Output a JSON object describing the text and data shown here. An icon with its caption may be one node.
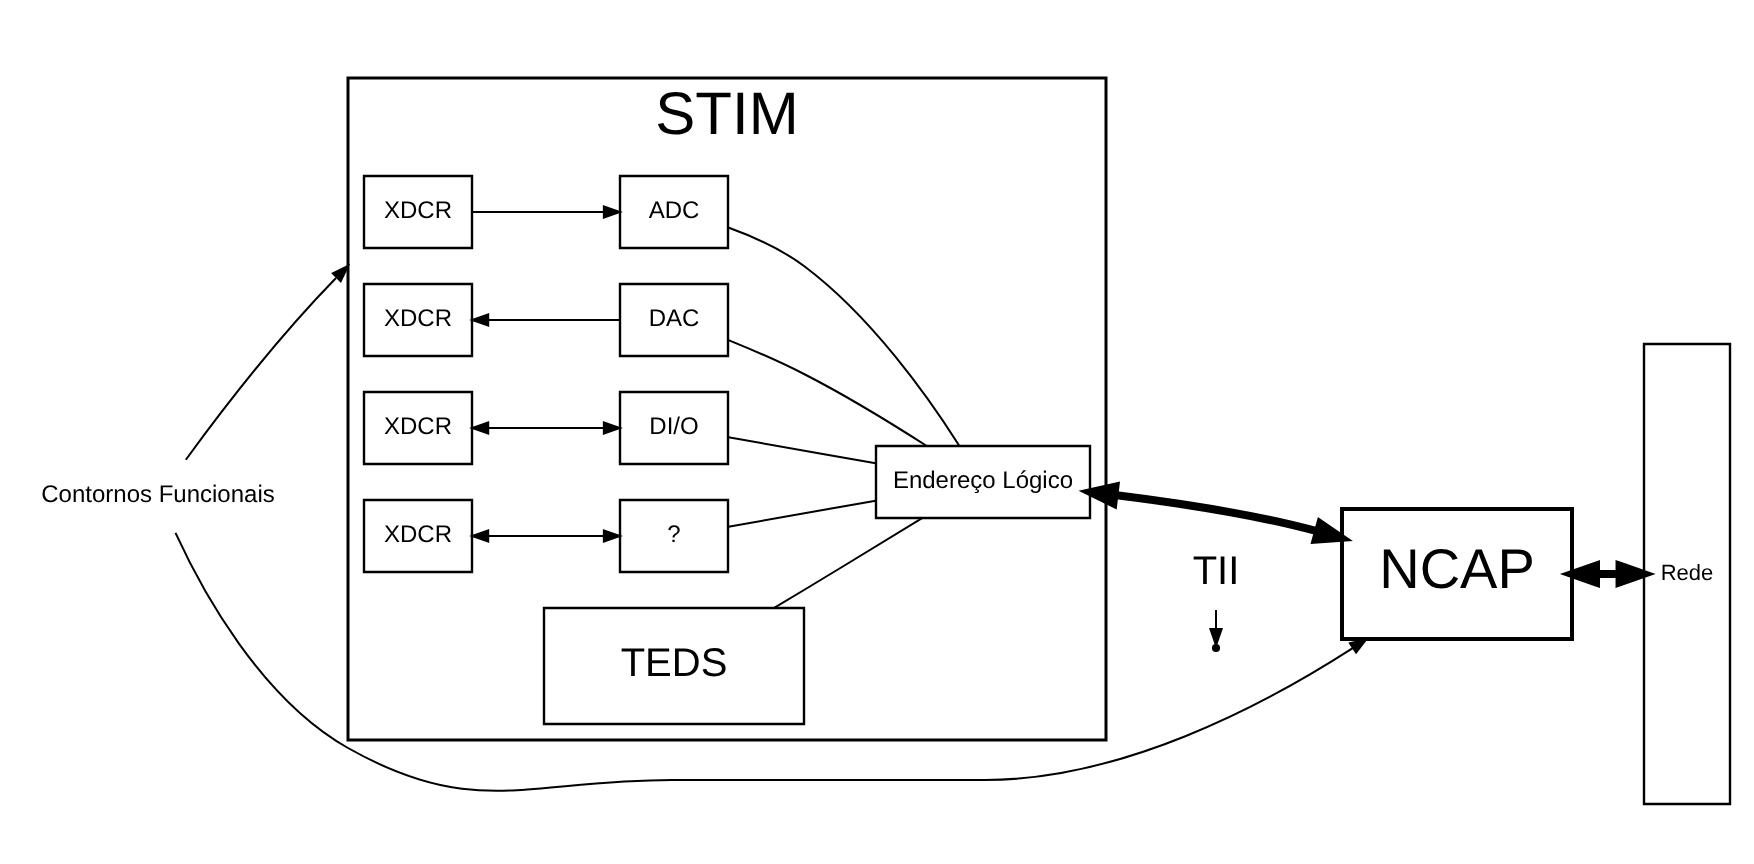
{
  "diagram": {
    "nodes": [
      {
        "text": [
          "STIM"
        ]
      },
      {
        "text": [
          "XDCR"
        ],
        "in": 0
      },
      {
        "text": [
          "ADC"
        ],
        "in": 0
      },
      {
        "text": [
          "XDCR"
        ],
        "in": 0
      },
      {
        "text": [
          "DAC"
        ],
        "in": 0
      },
      {
        "text": [
          "XDCR"
        ],
        "in": 0
      },
      {
        "text": [
          "DI/O"
        ],
        "in": 0
      },
      {
        "text": [
          "XDCR"
        ],
        "in": 0
      },
      {
        "text": [
          "?"
        ],
        "in": 0
      },
      {
        "text": [
          "TEDS"
        ],
        "in": 0
      },
      {
        "text": [
          "Endereço Lógico"
        ],
        "in": 0
      },
      {
        "text": [
          "NCAP"
        ]
      },
      {
        "text": [
          "Rede"
        ]
      },
      {
        "text": [
          "TII"
        ]
      },
      {
        "text": [
          "Contornos Funcionais"
        ]
      }
    ],
    "edges": [
      {
        "from": 1,
        "to": 2,
        "arrow": "to"
      },
      {
        "from": 4,
        "to": 3,
        "arrow": "to"
      },
      {
        "from": 5,
        "to": 6,
        "arrow": "both"
      },
      {
        "from": 7,
        "to": 8,
        "arrow": "both"
      },
      {
        "from": 2,
        "to": 10,
        "arrow": "none"
      },
      {
        "from": 4,
        "to": 10,
        "arrow": "none"
      },
      {
        "from": 6,
        "to": 10,
        "arrow": "none"
      },
      {
        "from": 8,
        "to": 10,
        "arrow": "none"
      },
      {
        "from": 9,
        "to": 10,
        "arrow": "none"
      },
      {
        "from": 10,
        "to": 11,
        "arrow": "both",
        "style": "thick"
      },
      {
        "from": 11,
        "to": 12,
        "arrow": "both",
        "style": "thick"
      },
      {
        "from": 13,
        "to": null,
        "arrow": "to"
      },
      {
        "from": 14,
        "to": 11,
        "arrow": "to"
      },
      {
        "from": 14,
        "to": 0,
        "arrow": "to"
      }
    ]
  }
}
